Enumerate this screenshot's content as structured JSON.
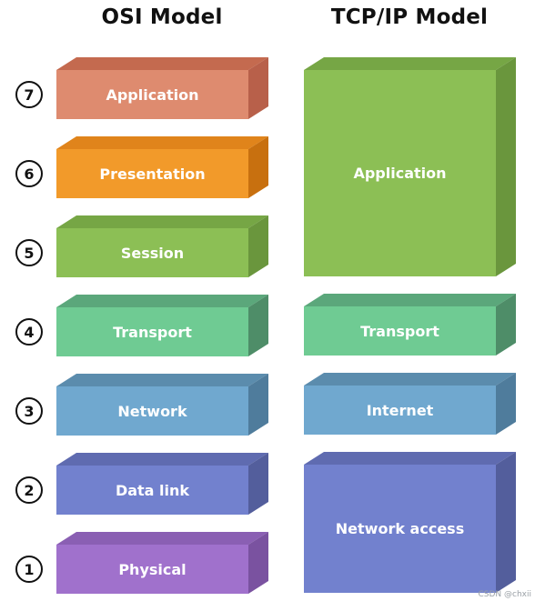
{
  "titles": {
    "osi": "OSI Model",
    "tcp": "TCP/IP Model"
  },
  "osi_layers": [
    {
      "num": "7",
      "label": "Application",
      "front": "#de8b6f",
      "top": "#c46a4f",
      "side": "#b8604a"
    },
    {
      "num": "6",
      "label": "Presentation",
      "front": "#f29a2a",
      "top": "#e0841b",
      "side": "#c8700f"
    },
    {
      "num": "5",
      "label": "Session",
      "front": "#8cbf55",
      "top": "#76a645",
      "side": "#6a963d"
    },
    {
      "num": "4",
      "label": "Transport",
      "front": "#6fcb93",
      "top": "#5ba77b",
      "side": "#4e8d68"
    },
    {
      "num": "3",
      "label": "Network",
      "front": "#70a8cf",
      "top": "#5b8cad",
      "side": "#4f7c9c"
    },
    {
      "num": "2",
      "label": "Data link",
      "front": "#7281ce",
      "top": "#5f6bb0",
      "side": "#535e9c"
    },
    {
      "num": "1",
      "label": "Physical",
      "front": "#a071cc",
      "top": "#8a5fb3",
      "side": "#7a52a0"
    }
  ],
  "tcp_layers": [
    {
      "label": "Application",
      "front": "#8cbf55",
      "top": "#76a645",
      "side": "#6a963d"
    },
    {
      "label": "Transport",
      "front": "#6fcb93",
      "top": "#5ba77b",
      "side": "#4e8d68"
    },
    {
      "label": "Internet",
      "front": "#70a8cf",
      "top": "#5b8cad",
      "side": "#4f7c9c"
    },
    {
      "label": "Network access",
      "front": "#7281ce",
      "top": "#5f6bb0",
      "side": "#535e9c"
    }
  ],
  "watermark": "CSDN @chxii"
}
